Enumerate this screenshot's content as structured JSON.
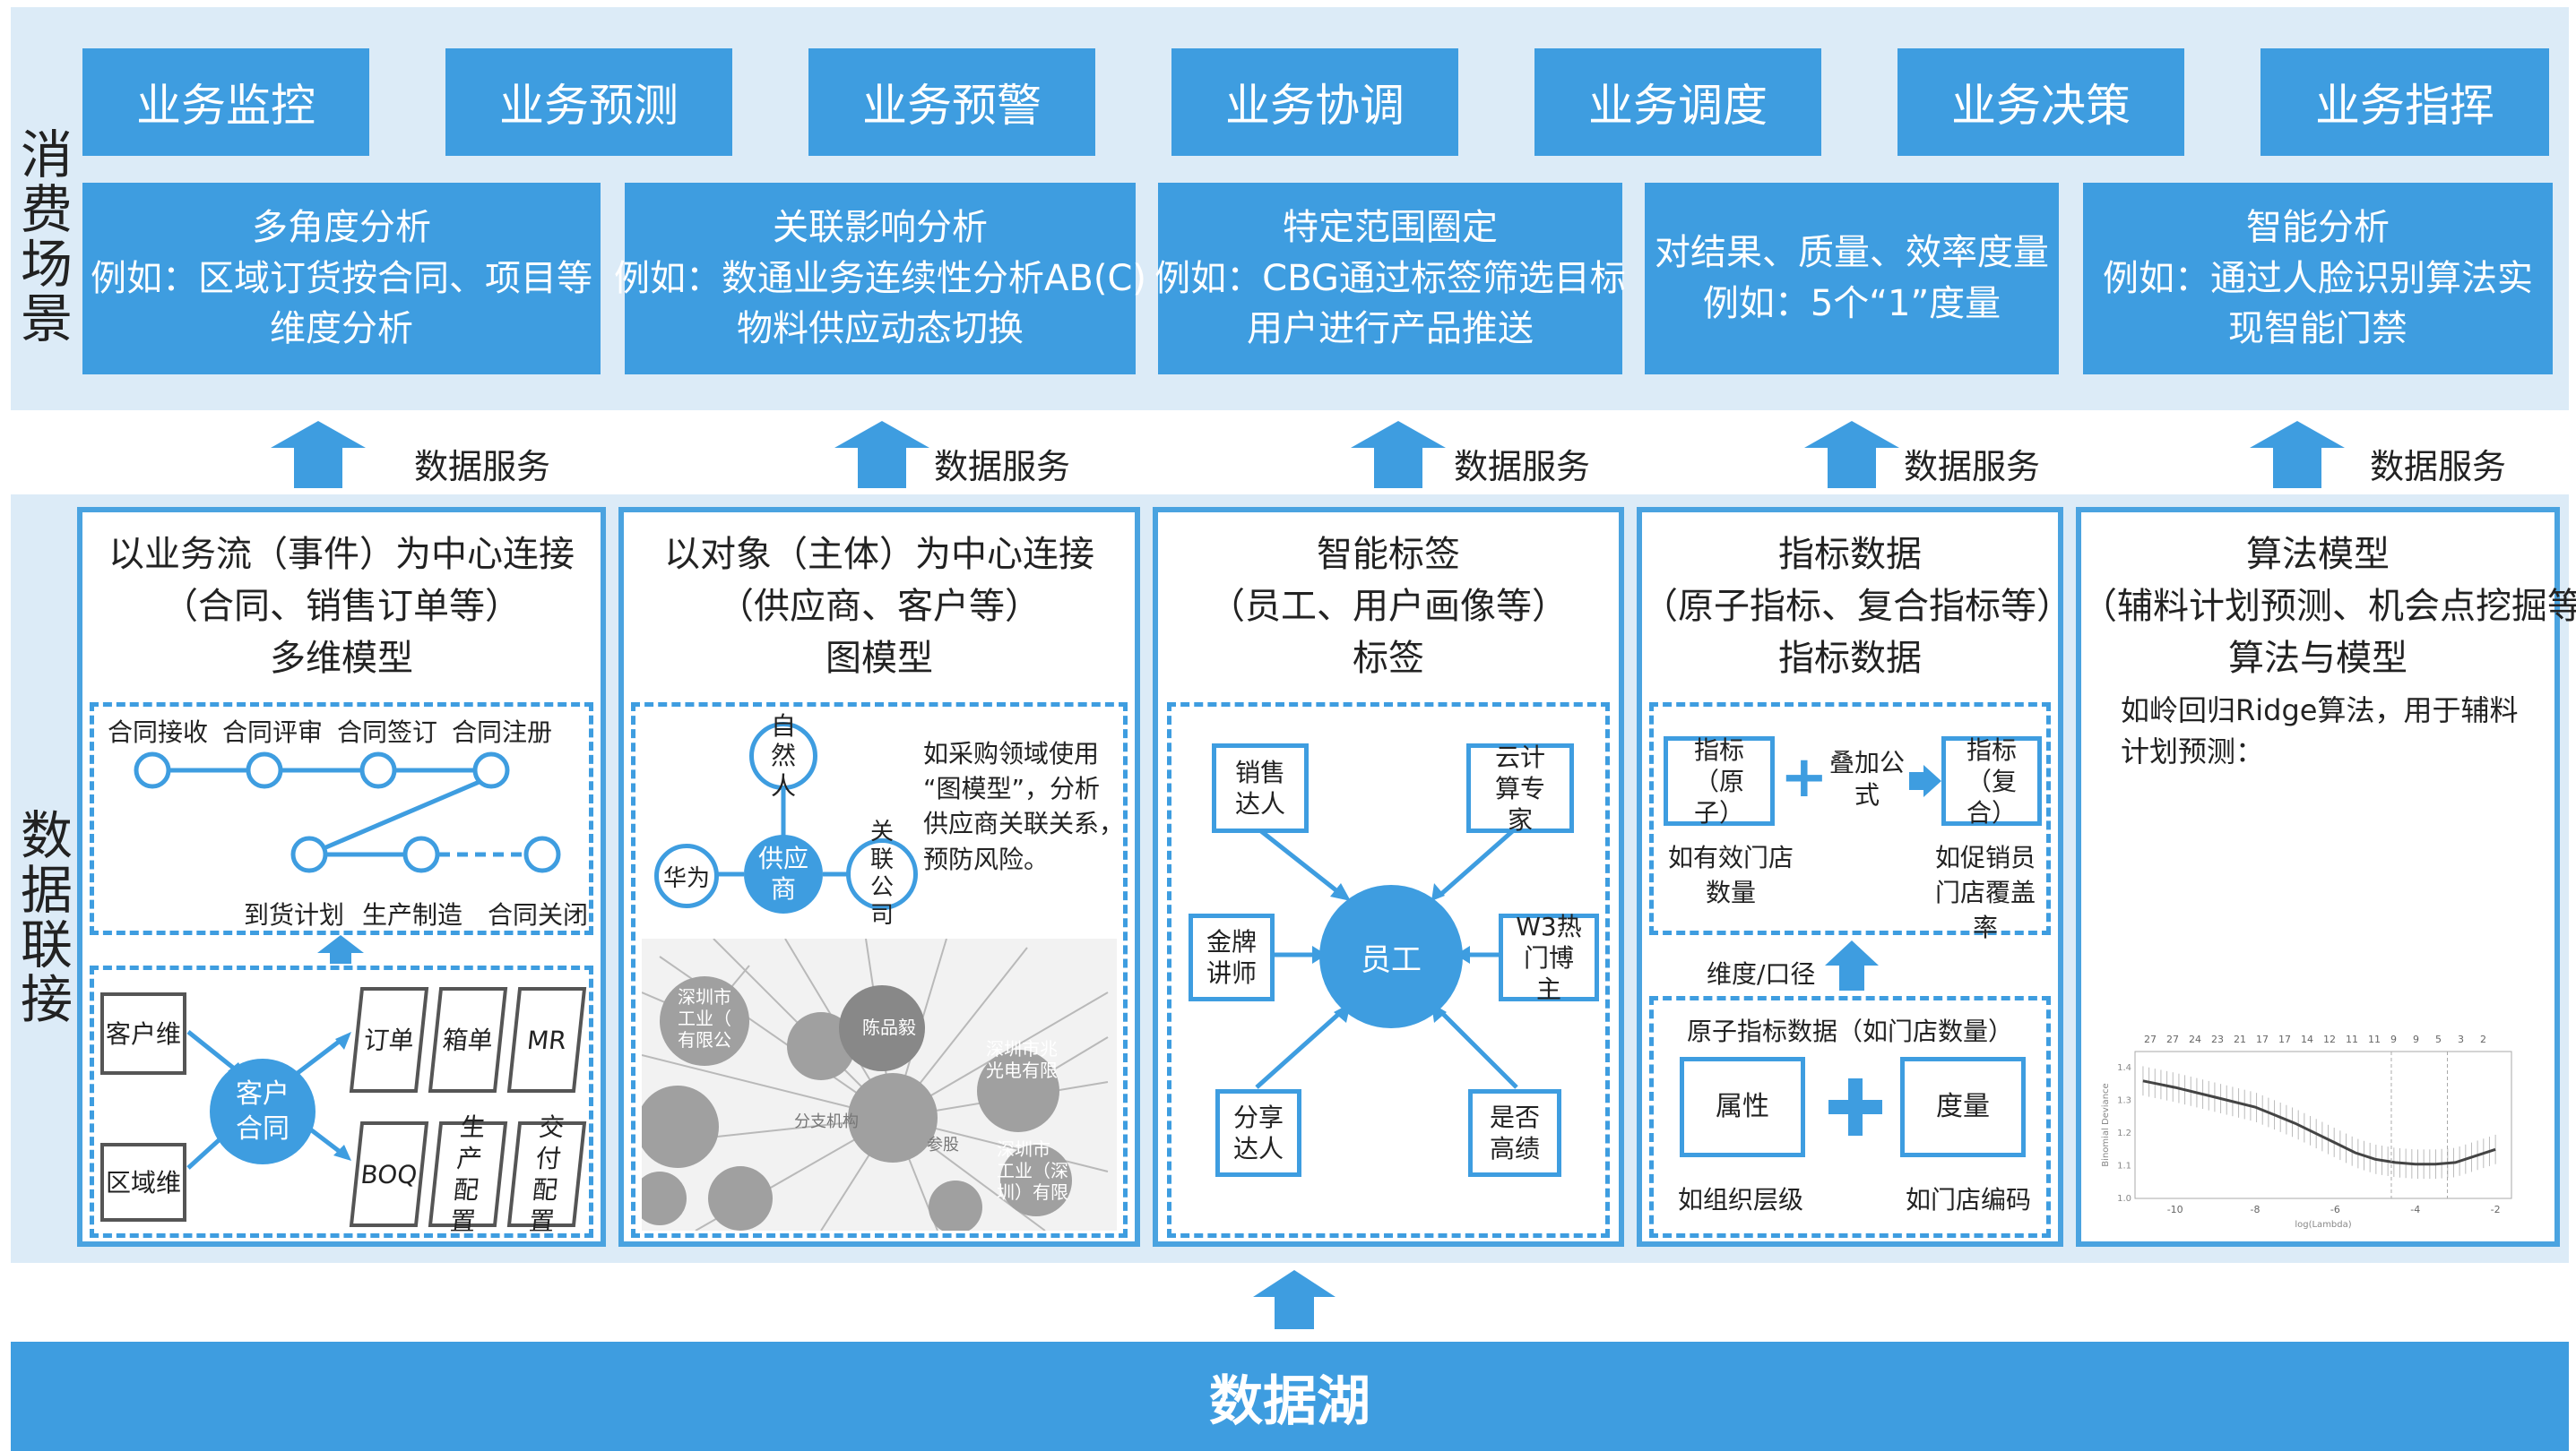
{
  "consume": {
    "side_label": [
      "消",
      "费",
      "场",
      "景"
    ],
    "top_buttons": [
      "业务监控",
      "业务预测",
      "业务预警",
      "业务协调",
      "业务调度",
      "业务决策",
      "业务指挥"
    ],
    "scenes": [
      [
        "多角度分析",
        "例如：区域订货按合同、项目等",
        "维度分析"
      ],
      [
        "关联影响分析",
        "例如：数通业务连续性分析AB(C)",
        "物料供应动态切换"
      ],
      [
        "特定范围圈定",
        "例如：CBG通过标签筛选目标",
        "用户进行产品推送"
      ],
      [
        "对结果、质量、效率度量",
        "例如：5个“1”度量"
      ],
      [
        "智能分析",
        "例如：通过人脸识别算法实",
        "现智能门禁"
      ]
    ]
  },
  "service_label": "数据服务",
  "connect": {
    "side_label": [
      "数",
      "据",
      "联",
      "接"
    ],
    "panel1": {
      "title": [
        "以业务流（事件）为中心连接",
        "（合同、销售订单等）",
        "多维模型"
      ],
      "flow_top": [
        "合同接收",
        "合同评审",
        "合同签订",
        "合同注册"
      ],
      "flow_bottom": [
        "到货计划",
        "生产制造",
        "合同关闭"
      ],
      "left_dims": [
        "客户维",
        "区域维"
      ],
      "center": "客户合同",
      "right_top": [
        "订单",
        "箱单",
        "MR"
      ],
      "right_bottom": [
        "BOQ",
        "生产配置",
        "交付配置"
      ]
    },
    "panel2": {
      "title": [
        "以对象（主体）为中心连接",
        "（供应商、客户等）",
        "图模型"
      ],
      "nodes": [
        "自然人",
        "华为",
        "供应商",
        "关联公司"
      ],
      "desc": [
        "如采购领域使用",
        "“图模型”，分析",
        "供应商关联关系，",
        "预防风险。"
      ],
      "graph_center": "陈品毅",
      "graph_labels": [
        "深圳市兆",
        "光电有限",
        "深圳市",
        "工业（",
        "有限公",
        "分支机构",
        "参股",
        "深圳市",
        "工业（深",
        "圳）有限"
      ]
    },
    "panel3": {
      "title": [
        "智能标签",
        "（员工、用户画像等）",
        "标签"
      ],
      "center": "员工",
      "tags": [
        "销售达人",
        "云计算专家",
        "金牌讲师",
        "W3热门博主",
        "分享达人",
        "是否高绩"
      ]
    },
    "panel4": {
      "title": [
        "指标数据",
        "（原子指标、复合指标等）",
        "指标数据"
      ],
      "atomic": "指标（原子）",
      "plus": "+",
      "formula": "叠加公式",
      "composite": "指标（复合）",
      "atomic_eg": "如有效门店数量",
      "composite_eg": "如促销员门店覆盖率",
      "dim_label": "维度/口径",
      "atomic_data_title": "原子指标数据（如门店数量）",
      "attr": "属性",
      "measure": "度量",
      "attr_eg": "如组织层级",
      "measure_eg": "如门店编码"
    },
    "panel5": {
      "title": [
        "算法模型",
        "（辅料计划预测、机会点挖掘等）",
        "算法与模型"
      ],
      "desc": [
        "如岭回归Ridge算法，用于辅料",
        "计划预测："
      ],
      "plot_top_ticks": [
        "27",
        "27",
        "24",
        "23",
        "21",
        "17",
        "17",
        "14",
        "12",
        "11",
        "11",
        "9",
        "9",
        "5",
        "3",
        "2"
      ],
      "plot_x_ticks": [
        "-10",
        "-8",
        "-6",
        "-4",
        "-2"
      ],
      "plot_xlabel": "log(Lambda)",
      "plot_ylabel": "Binomial Deviance",
      "plot_y_ticks": [
        "1.0",
        "1.1",
        "1.2",
        "1.3",
        "1.4"
      ],
      "curve": [
        [
          -10.8,
          1.36
        ],
        [
          -10,
          1.34
        ],
        [
          -9,
          1.31
        ],
        [
          -8,
          1.28
        ],
        [
          -7,
          1.23
        ],
        [
          -6,
          1.17
        ],
        [
          -5.5,
          1.14
        ],
        [
          -5,
          1.12
        ],
        [
          -4.5,
          1.11
        ],
        [
          -4,
          1.105
        ],
        [
          -3.5,
          1.105
        ],
        [
          -3,
          1.11
        ],
        [
          -2.5,
          1.13
        ],
        [
          -2,
          1.15
        ]
      ]
    }
  },
  "lake": "数据湖",
  "colors": {
    "primary": "#3e9de0",
    "band": "#dcebf7",
    "graph_gray": "#9b9b9b"
  }
}
